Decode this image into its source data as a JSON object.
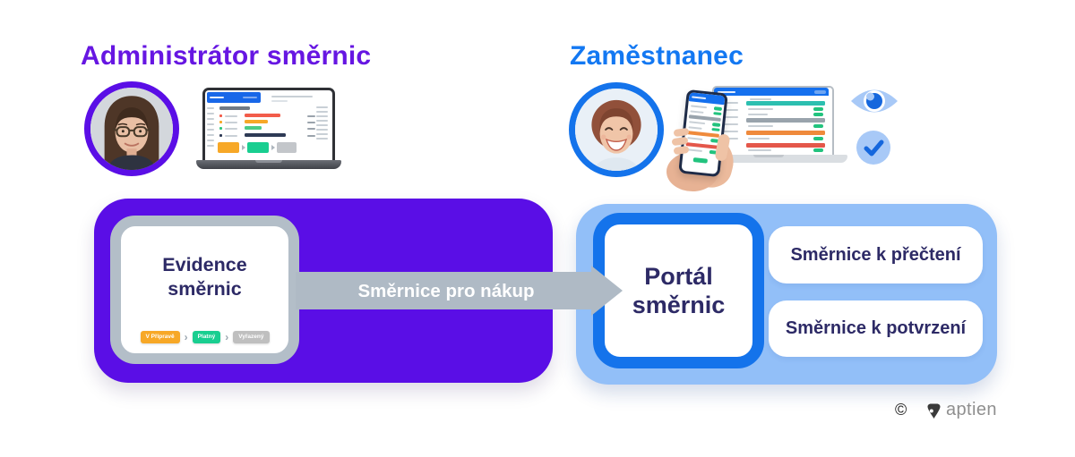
{
  "admin": {
    "title": "Administrátor směrnic",
    "title_color": "#6616E2"
  },
  "employee": {
    "title": "Zaměstnanec",
    "title_color": "#1378F2"
  },
  "evidence": {
    "title": "Evidence směrnic",
    "box_color": "#5A0EE6",
    "card_border_color": "#B3BEC8",
    "chevron": "›",
    "workflow": [
      {
        "label": "V Přípravě",
        "color": "#F7A827"
      },
      {
        "label": "Platný",
        "color": "#19CE90"
      },
      {
        "label": "Vyřazený",
        "color": "#BFBFBF"
      }
    ]
  },
  "arrow": {
    "label": "Směrnice pro nákup",
    "color": "#AFBAC5"
  },
  "portal": {
    "title": "Portál směrnic",
    "box_color": "#92BFF8",
    "border_color": "#1473EB",
    "cards": [
      {
        "label": "Směrnice k přečtení"
      },
      {
        "label": "Směrnice k potvrzení"
      }
    ]
  },
  "icons": {
    "eye": "eye-icon",
    "check": "check-circle-icon",
    "accent_light": "#A8C9F7",
    "accent_blue": "#1567DD"
  },
  "footer": {
    "copyright": "©",
    "brand": "aptien"
  },
  "text_color": "#2D2A66"
}
